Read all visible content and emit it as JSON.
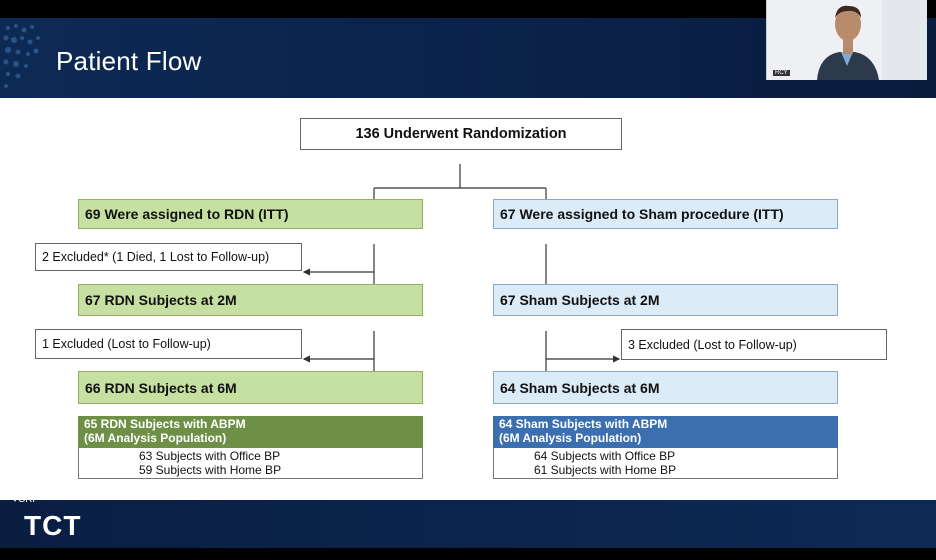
{
  "slide": {
    "title": "Patient Flow"
  },
  "flow": {
    "randomized": "136 Underwent Randomization",
    "rdn": {
      "assigned": "69 Were assigned to RDN (ITT)",
      "excluded_2m": "2 Excluded* (1 Died, 1 Lost to Follow-up)",
      "at_2m": "67 RDN Subjects at 2M",
      "excluded_6m": "1 Excluded (Lost to Follow-up)",
      "at_6m": "66 RDN Subjects at 6M",
      "abpm_line1": "65 RDN Subjects with ABPM",
      "abpm_line2": "(6M Analysis Population)",
      "office_bp": "63 Subjects with Office BP",
      "home_bp": "59 Subjects with Home BP"
    },
    "sham": {
      "assigned": "67 Were assigned to Sham procedure (ITT)",
      "at_2m": "67 Sham Subjects at 2M",
      "excluded_6m": "3 Excluded (Lost to Follow-up)",
      "at_6m": "64 Sham Subjects at 6M",
      "abpm_line1": "64 Sham Subjects with ABPM",
      "abpm_line2": "(6M Analysis Population)",
      "office_bp": "64 Subjects with Office BP",
      "home_bp": "61 Subjects with Home BP"
    }
  },
  "branding": {
    "crf": "CRF",
    "tct": "TCT"
  },
  "colors": {
    "header": "#0d2a55",
    "rdn_fill": "#c5e0a0",
    "rdn_dark": "#6d9046",
    "sham_fill": "#dcebf8",
    "sham_dark": "#3b6fb0"
  }
}
